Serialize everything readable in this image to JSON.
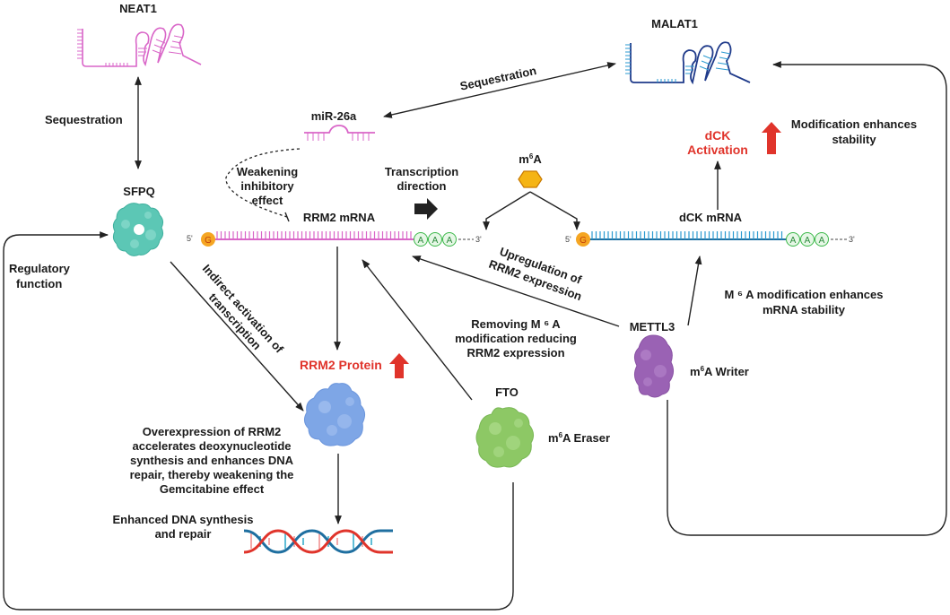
{
  "title": "RRM2 / dCK regulation by lncRNAs, SFPQ and m6A modification in gemcitabine response",
  "nodes": {
    "neat1": {
      "label": "NEAT1",
      "color": "#d966c8"
    },
    "malat1": {
      "label": "MALAT1",
      "color": "#1f3a8a",
      "accent": "#2a9ad0"
    },
    "mir26a": {
      "label": "miR-26a",
      "color": "#d966c8"
    },
    "sfpq": {
      "label": "SFPQ",
      "color": "#5cc7b5"
    },
    "m6a": {
      "label_main": "m",
      "label_sup": "6",
      "label_end": "A",
      "color": "#f5b414"
    },
    "rrm2_mrna": {
      "label": "RRM2 mRNA",
      "five_prime": "5'",
      "three_prime": "3'",
      "cap": "G",
      "polyA": [
        "A",
        "A",
        "A"
      ],
      "color": "#d966c8"
    },
    "dck_mrna": {
      "label": "dCK mRNA",
      "five_prime": "5'",
      "three_prime": "3'",
      "cap": "G",
      "polyA": [
        "A",
        "A",
        "A"
      ],
      "color": "#1f6fa0"
    },
    "rrm2_protein": {
      "label": "RRM2 Protein",
      "color": "#7ea6e6"
    },
    "dck_activation": {
      "line1": "dCK",
      "line2": "Activation"
    },
    "fto": {
      "label": "FTO",
      "role": "m6A Eraser",
      "role_main": "m",
      "role_sup": "6",
      "role_end": "A Eraser",
      "color": "#8dc865"
    },
    "mettl3": {
      "label": "METTL3",
      "role_main": "m",
      "role_sup": "6",
      "role_end": "A Writer",
      "color": "#9a62b4"
    },
    "dna": {
      "label_line1": "Enhanced DNA synthesis",
      "label_line2": "and repair"
    }
  },
  "labels": {
    "sequestration_left": "Sequestration",
    "sequestration_top": "Sequestration",
    "modification_stability": [
      "Modification enhances",
      "stability"
    ],
    "weakening": [
      "Weakening",
      "inhibitory",
      "effect"
    ],
    "transcription_direction": [
      "Transcription",
      "direction"
    ],
    "regulatory_function": [
      "Regulatory",
      "function"
    ],
    "indirect_activation": [
      "Indirect activation of",
      "transcription"
    ],
    "upregulation": [
      "Upregulation of",
      "RRM2 expression"
    ],
    "removing_m6a": [
      "Removing M ⁶ A",
      "modification  reducing",
      "RRM2 expression"
    ],
    "m6a_stability": [
      "M ⁶ A modification enhances",
      "mRNA stability"
    ],
    "overexpression": [
      "Overexpression of RRM2",
      "accelerates deoxynucleotide",
      "synthesis and enhances DNA",
      "repair, thereby weakening the",
      "Gemcitabine effect"
    ]
  },
  "colors": {
    "up_arrow": "#e0342b",
    "line": "#222222",
    "polyA_stroke": "#3cb84a",
    "polyA_fill": "#e6f7e6",
    "cap": "#f5a623"
  }
}
